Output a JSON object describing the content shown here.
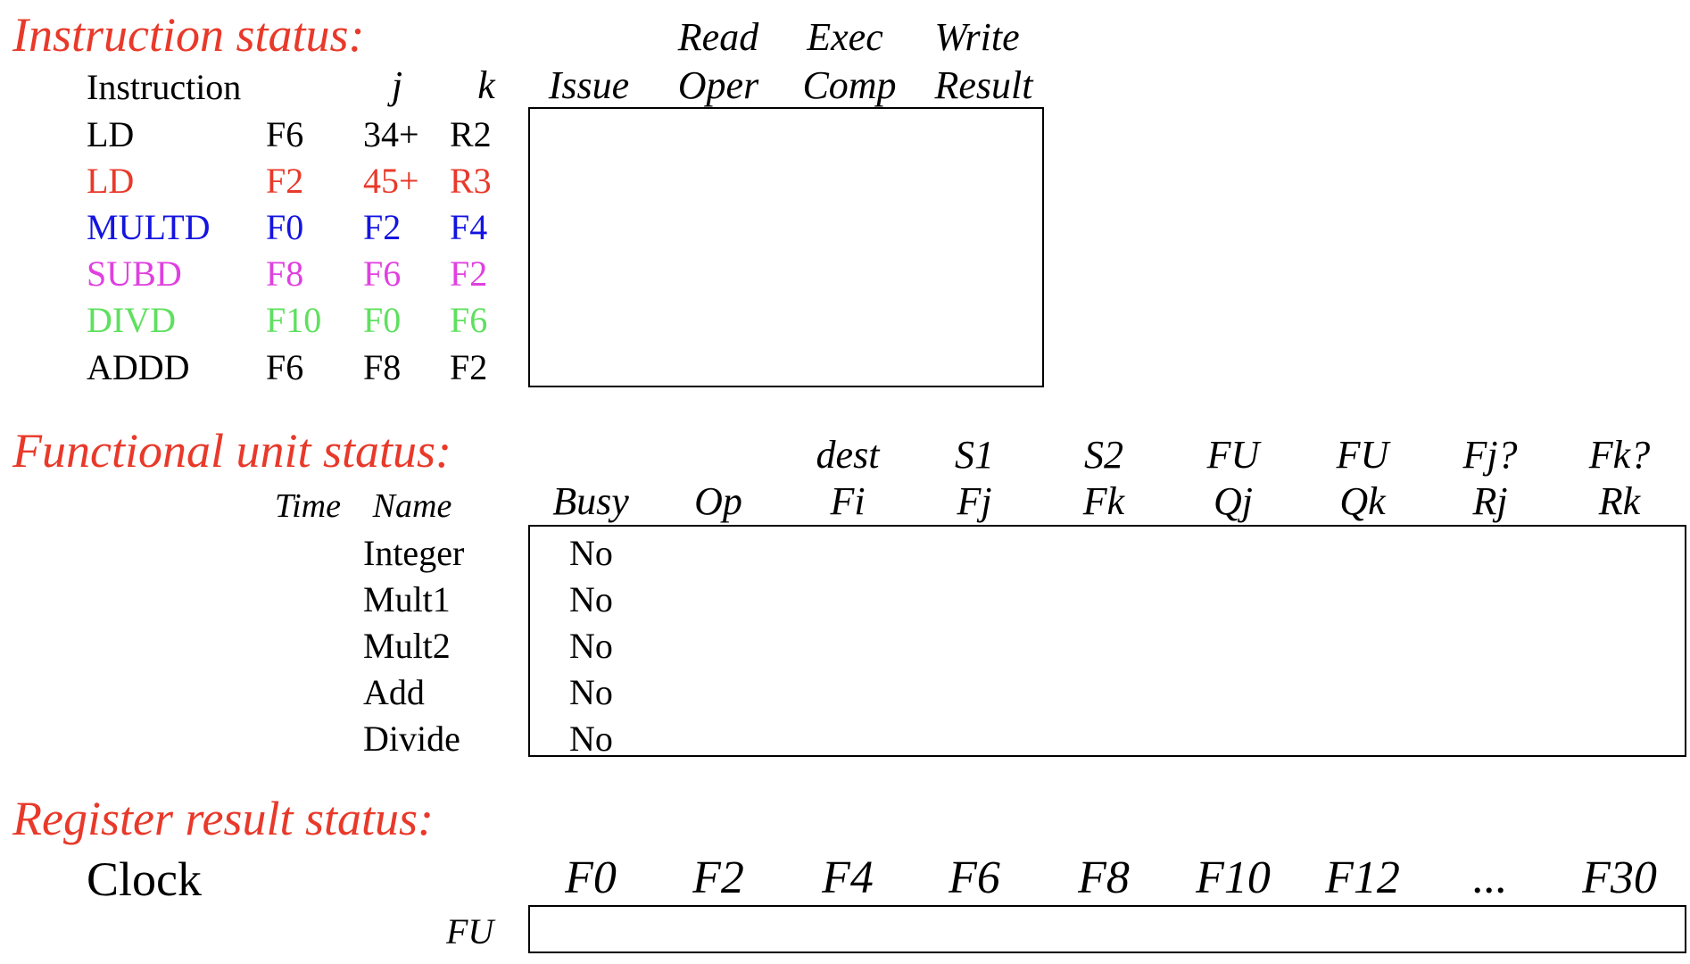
{
  "instruction_status": {
    "title": "Instruction status:",
    "headers": {
      "instruction": "Instruction",
      "j": "j",
      "k": "k",
      "issue": "Issue",
      "read_top": "Read",
      "read_bottom": "Oper",
      "exec_top": "Exec",
      "exec_bottom": "Comp",
      "write_top": "Write",
      "write_bottom": "Result"
    },
    "rows": [
      {
        "op": "LD",
        "dest": "F6",
        "j": "34+",
        "k": "R2",
        "color": "#000000"
      },
      {
        "op": "LD",
        "dest": "F2",
        "j": "45+",
        "k": "R3",
        "color": "#e8392a"
      },
      {
        "op": "MULTD",
        "dest": "F0",
        "j": "F2",
        "k": "F4",
        "color": "#1414e0"
      },
      {
        "op": "SUBD",
        "dest": "F8",
        "j": "F6",
        "k": "F2",
        "color": "#e040e0"
      },
      {
        "op": "DIVD",
        "dest": "F10",
        "j": "F0",
        "k": "F6",
        "color": "#5ee05e"
      },
      {
        "op": "ADDD",
        "dest": "F6",
        "j": "F8",
        "k": "F2",
        "color": "#000000"
      }
    ]
  },
  "functional_unit_status": {
    "title": "Functional unit status:",
    "headers_top": [
      "dest",
      "S1",
      "S2",
      "FU",
      "FU",
      "Fj?",
      "Fk?"
    ],
    "headers_bottom": [
      "Time",
      "Name",
      "Busy",
      "Op",
      "Fi",
      "Fj",
      "Fk",
      "Qj",
      "Qk",
      "Rj",
      "Rk"
    ],
    "units": [
      {
        "name": "Integer",
        "busy": "No"
      },
      {
        "name": "Mult1",
        "busy": "No"
      },
      {
        "name": "Mult2",
        "busy": "No"
      },
      {
        "name": "Add",
        "busy": "No"
      },
      {
        "name": "Divide",
        "busy": "No"
      }
    ]
  },
  "register_result_status": {
    "title": "Register result status:",
    "clock_label": "Clock",
    "fu_label": "FU",
    "registers": [
      "F0",
      "F2",
      "F4",
      "F6",
      "F8",
      "F10",
      "F12",
      "...",
      "F30"
    ]
  },
  "colors": {
    "title": "#e8392a",
    "red": "#e8392a",
    "blue": "#1414e0",
    "magenta": "#e040e0",
    "green": "#5ee05e"
  }
}
